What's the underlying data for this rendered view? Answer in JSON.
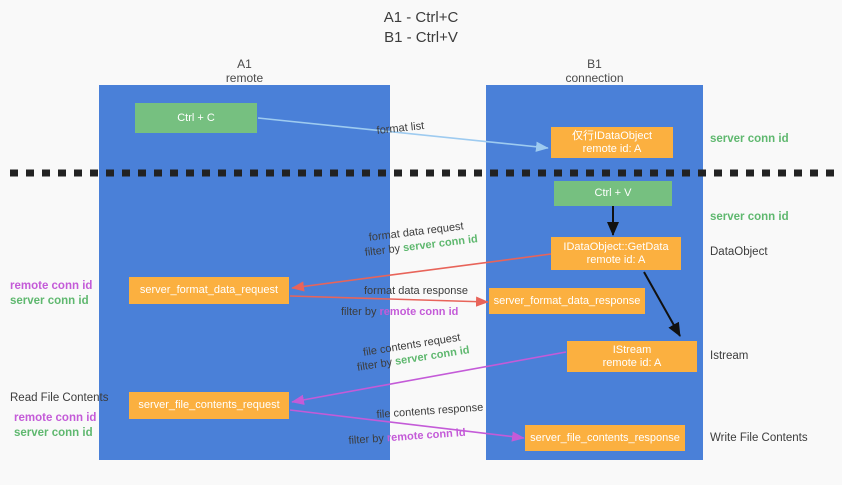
{
  "title": {
    "line1": "A1 - Ctrl+C",
    "line2": "B1 - Ctrl+V"
  },
  "columns": {
    "left": {
      "name": "A1",
      "role": "remote"
    },
    "right": {
      "name": "B1",
      "role": "connection"
    }
  },
  "boxes": {
    "ctrl_c": "Ctrl + C",
    "ctrl_v": "Ctrl + V",
    "idataobject": {
      "line1": "仅行IDataObject",
      "line2": "remote id: A"
    },
    "getdata": {
      "line1": "IDataObject::GetData",
      "line2": "remote id: A"
    },
    "istream": {
      "line1": "IStream",
      "line2": "remote id: A"
    },
    "server_format_data_request": "server_format_data_request",
    "server_format_data_response": "server_format_data_response",
    "server_file_contents_request": "server_file_contents_request",
    "server_file_contents_response": "server_file_contents_response"
  },
  "arrows": {
    "format_list": "format list",
    "format_data_request": "format data request",
    "format_data_request_filter_prefix": "filter by ",
    "format_data_request_filter_value": "server conn id",
    "format_data_response": "format data response",
    "format_data_response_filter_prefix": "filter by ",
    "format_data_response_filter_value": "remote conn id",
    "file_contents_request": "file contents request",
    "file_contents_request_filter_prefix": "filter by ",
    "file_contents_request_filter_value": "server conn id",
    "file_contents_response": "file contents response",
    "file_contents_response_filter_prefix": "filter by ",
    "file_contents_response_filter_value": "remote conn id"
  },
  "right_labels": {
    "server_conn_id_top": "server conn id",
    "server_conn_id_mid": "server conn id",
    "dataobject": "DataObject",
    "istream": "Istream",
    "write_file_contents": "Write File Contents"
  },
  "left_labels": {
    "conn_remote_1": "remote conn id",
    "conn_server_1": "server conn id",
    "read_file_contents": "Read File Contents",
    "conn_remote_2": "remote conn id",
    "conn_server_2": "server conn id"
  },
  "colors": {
    "column_blue": "#4a80d8",
    "box_green": "#76c080",
    "box_orange": "#fbb040",
    "accent_green_text": "#5fb86f",
    "accent_purple_text": "#c45bd8",
    "arrow_red": "#e8645a",
    "arrow_purple": "#c45bd8",
    "arrow_lightblue": "#9ecbf0",
    "arrow_black": "#111111",
    "background": "#f9f9f9"
  }
}
